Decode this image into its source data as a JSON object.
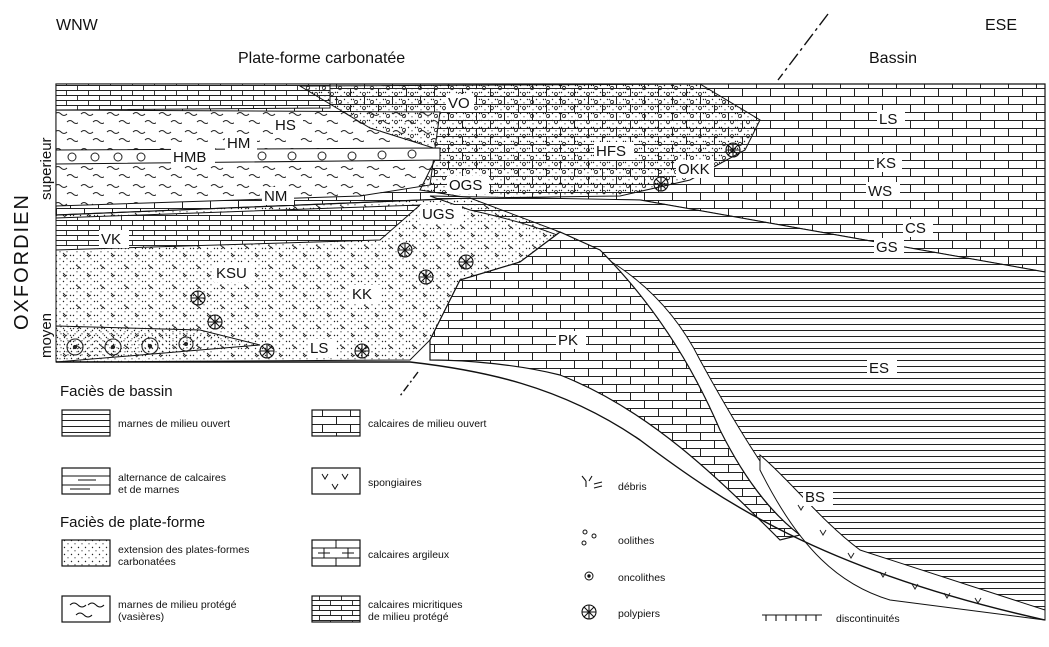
{
  "orientation": {
    "left": "WNW",
    "right": "ESE"
  },
  "headers": {
    "platform": "Plate-forme  carbonatée",
    "basin": "Bassin"
  },
  "stage": {
    "name": "OXFORDIEN",
    "upper": "superieur",
    "middle": "moyen"
  },
  "units": {
    "VO": "VO",
    "HS": "HS",
    "HM": "HM",
    "HMB": "HMB",
    "NM": "NM",
    "HFS": "HFS",
    "OGS": "OGS",
    "OKK": "OKK",
    "UGS": "UGS",
    "LS_upper": "LS",
    "KS": "KS",
    "WS": "WS",
    "CS": "CS",
    "GS": "GS",
    "VK": "VK",
    "KSU": "KSU",
    "KK": "KK",
    "LS_lower": "LS",
    "PK": "PK",
    "ES": "ES",
    "BS": "BS"
  },
  "legend": {
    "basin_heading": "Faciès de bassin",
    "platform_heading": "Faciès de plate-forme",
    "items": {
      "marnes_ouvert": "marnes de milieu ouvert",
      "alternance_1": "alternance de calcaires",
      "alternance_2": "et de marnes",
      "extension_1": "extension des plates-formes",
      "extension_2": "carbonatées",
      "marnes_protege_1": "marnes de milieu protégé",
      "marnes_protege_2": "(vasières)",
      "calcaires_ouvert": "calcaires de milieu ouvert",
      "spongiaires": "spongiaires",
      "calcaires_argileux": "calcaires argileux",
      "micritiques_1": "calcaires micritiques",
      "micritiques_2": "de milieu protégé",
      "debris": "débris",
      "oolithes": "oolithes",
      "oncolithes": "oncolithes",
      "polypiers": "polypiers",
      "discontinuites": "discontinuités"
    }
  }
}
